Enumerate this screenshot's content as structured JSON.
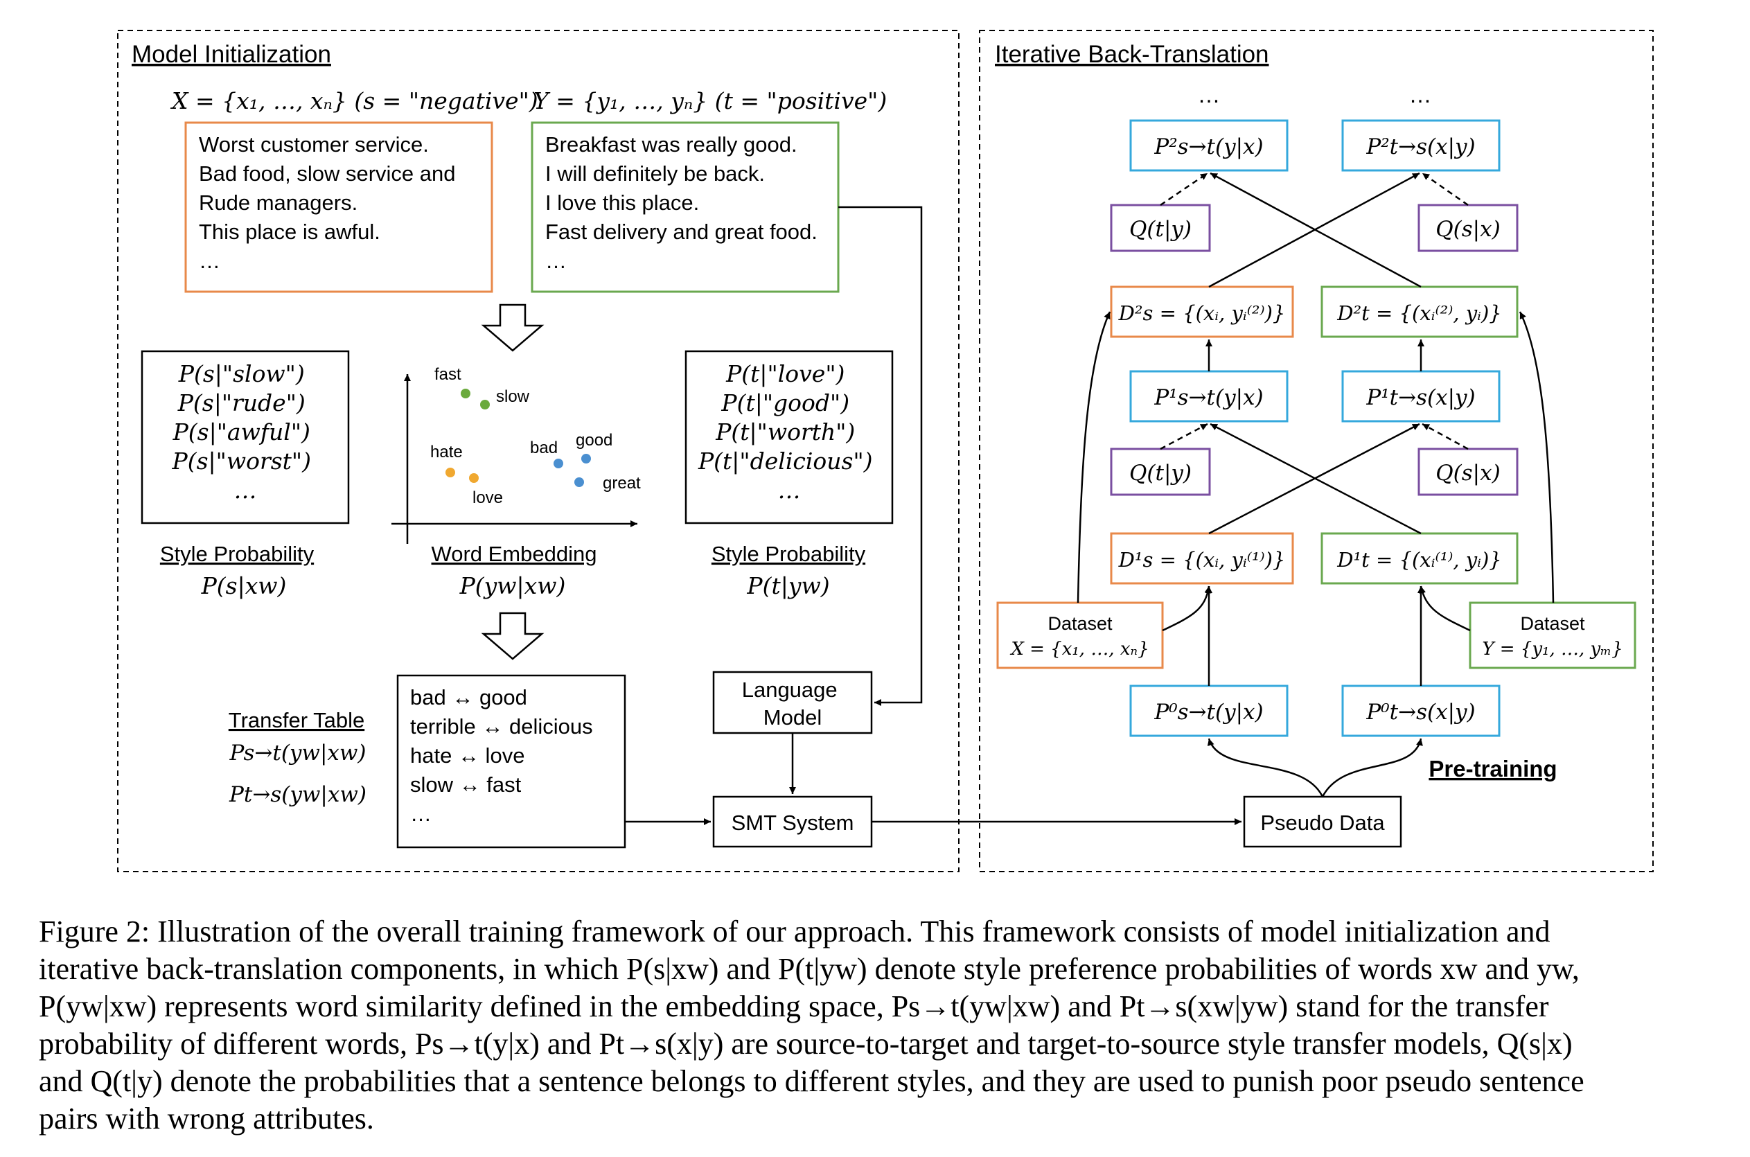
{
  "figure": {
    "left_panel": {
      "title": "Model Initialization",
      "x_set": "X = {x₁, …, xₙ} (s = \"negative\")",
      "y_set": "Y = {y₁, …, yₙ} (t = \"positive\")",
      "negative_examples": [
        "Worst customer service.",
        "Bad food, slow service and",
        "Rude managers.",
        "This place is awful.",
        "…"
      ],
      "positive_examples": [
        "Breakfast was really good.",
        "I will definitely be back.",
        "I love this place.",
        "Fast delivery and great food.",
        "…"
      ],
      "style_prob_source": [
        "P(s|\"slow\")",
        "P(s|\"rude\")",
        "P(s|\"awful\")",
        "P(s|\"worst\")",
        "…"
      ],
      "style_prob_source_label": "Style Probability",
      "style_prob_source_formula": "P(s|xw)",
      "embedding_words": {
        "fast": "fast",
        "slow": "slow",
        "hate": "hate",
        "love": "love",
        "bad": "bad",
        "good": "good",
        "great": "great"
      },
      "embedding_label": "Word Embedding",
      "embedding_formula": "P(yw|xw)",
      "style_prob_target": [
        "P(t|\"love\")",
        "P(t|\"good\")",
        "P(t|\"worth\")",
        "P(t|\"delicious\")",
        "…"
      ],
      "style_prob_target_label": "Style Probability",
      "style_prob_target_formula": "P(t|yw)",
      "transfer_table_label": "Transfer Table",
      "transfer_formula_1": "Ps→t(yw|xw)",
      "transfer_formula_2": "Pt→s(yw|xw)",
      "transfer_pairs": [
        "bad ↔ good",
        "terrible ↔ delicious",
        "hate ↔ love",
        "slow ↔ fast",
        "…"
      ],
      "language_model": [
        "Language",
        "Model"
      ],
      "smt_system": "SMT System"
    },
    "right_panel": {
      "title": "Iterative Back-Translation",
      "ellipsis": "…",
      "p2_st": "P²s→t(y|x)",
      "p2_ts": "P²t→s(x|y)",
      "q_ty": "Q(t|y)",
      "q_sx": "Q(s|x)",
      "d2_s": "D²s = {(xᵢ, yᵢ⁽²⁾)}",
      "d2_t": "D²t = {(xᵢ⁽²⁾, yᵢ)}",
      "p1_st": "P¹s→t(y|x)",
      "p1_ts": "P¹t→s(x|y)",
      "d1_s": "D¹s = {(xᵢ, yᵢ⁽¹⁾)}",
      "d1_t": "D¹t = {(xᵢ⁽¹⁾, yᵢ)}",
      "dataset_x_label": "Dataset",
      "dataset_x_formula": "X = {x₁, …, xₙ}",
      "dataset_y_label": "Dataset",
      "dataset_y_formula": "Y = {y₁, …, yₘ}",
      "p0_st": "P⁰s→t(y|x)",
      "p0_ts": "P⁰t→s(x|y)",
      "pretraining": "Pre-training",
      "pseudo_data": "Pseudo Data"
    },
    "colors": {
      "orange": "#e8894a",
      "green": "#6aa84f",
      "blue": "#35a8dc",
      "purple": "#7a4fa0",
      "green_dot": "#6aaa3c",
      "orange_dot": "#f0a830",
      "blue_dot": "#4a8fd0"
    }
  },
  "caption": [
    "Figure 2: Illustration of the overall training framework of our approach. This framework consists of model initialization and",
    "iterative back-translation components, in which P(s|xw) and P(t|yw) denote style preference probabilities of words xw and yw,",
    "P(yw|xw) represents word similarity defined in the embedding space, Ps→t(yw|xw) and Pt→s(xw|yw) stand for the transfer",
    "probability of different words, Ps→t(y|x) and Pt→s(x|y) are source-to-target and target-to-source style transfer models, Q(s|x)",
    "and Q(t|y) denote the probabilities that a sentence belongs to different styles, and they are used to punish poor pseudo sentence",
    "pairs with wrong attributes."
  ]
}
